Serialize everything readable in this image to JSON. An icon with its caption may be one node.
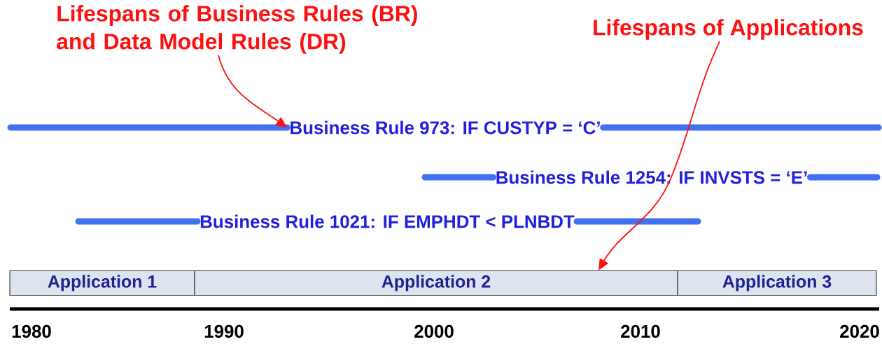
{
  "diagram": {
    "nodes": [
      {
        "text": [
          "Lifespans of Business Rules (BR) and Data Model Rules (DR)"
        ]
      },
      {
        "text": [
          "Lifespans of Applications"
        ]
      },
      {
        "text": [
          "Business Rule 973: IF CUSTYP = ‘C’"
        ]
      },
      {
        "text": [
          "Business Rule 1254: IF INVSTS = ‘E’"
        ]
      },
      {
        "text": [
          "Business Rule 1021: IF EMPHDT < PLNBDT"
        ]
      },
      {
        "text": [
          "Application 1"
        ]
      },
      {
        "text": [
          "Application 2"
        ]
      },
      {
        "text": [
          "Application 3"
        ]
      }
    ],
    "edges": [
      {
        "from": 0,
        "to": 2,
        "arrow": "to"
      },
      {
        "from": 1,
        "to": 6,
        "arrow": "to"
      }
    ],
    "labels": [
      "1980",
      "1990",
      "2000",
      "2010",
      "2020"
    ]
  }
}
